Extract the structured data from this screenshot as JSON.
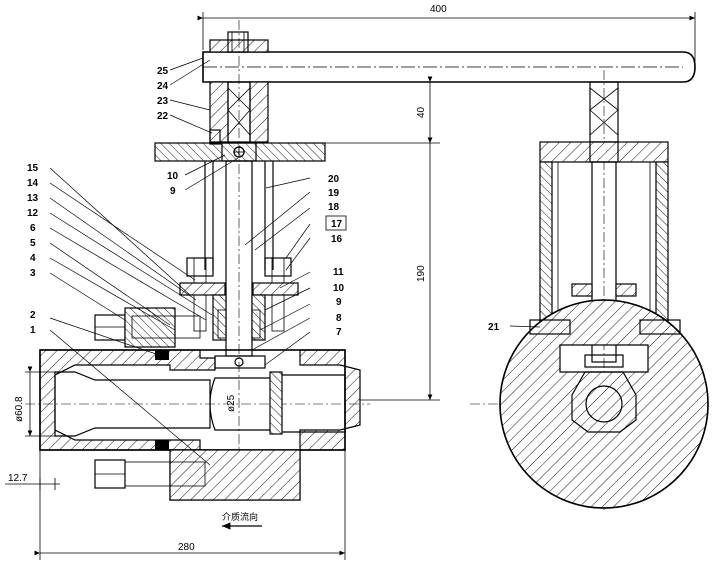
{
  "dimensions": {
    "handle_length": "400",
    "body_length": "280",
    "stem_height": "190",
    "handle_offset": "40",
    "port_diameter": "ø60.8",
    "ball_diameter": "ø25",
    "flange_thickness": "12.7"
  },
  "part_numbers": {
    "p1": "1",
    "p2": "2",
    "p3": "3",
    "p4": "4",
    "p5": "5",
    "p6": "6",
    "p7": "7",
    "p8": "8",
    "p9a": "9",
    "p9b": "9",
    "p10a": "10",
    "p10b": "10",
    "p11": "11",
    "p12": "12",
    "p13": "13",
    "p14": "14",
    "p15": "15",
    "p16": "16",
    "p17": "17",
    "p18": "18",
    "p19": "19",
    "p20": "20",
    "p21": "21",
    "p22": "22",
    "p23": "23",
    "p24": "24",
    "p25": "25"
  },
  "flow_direction_label": "介质流向"
}
